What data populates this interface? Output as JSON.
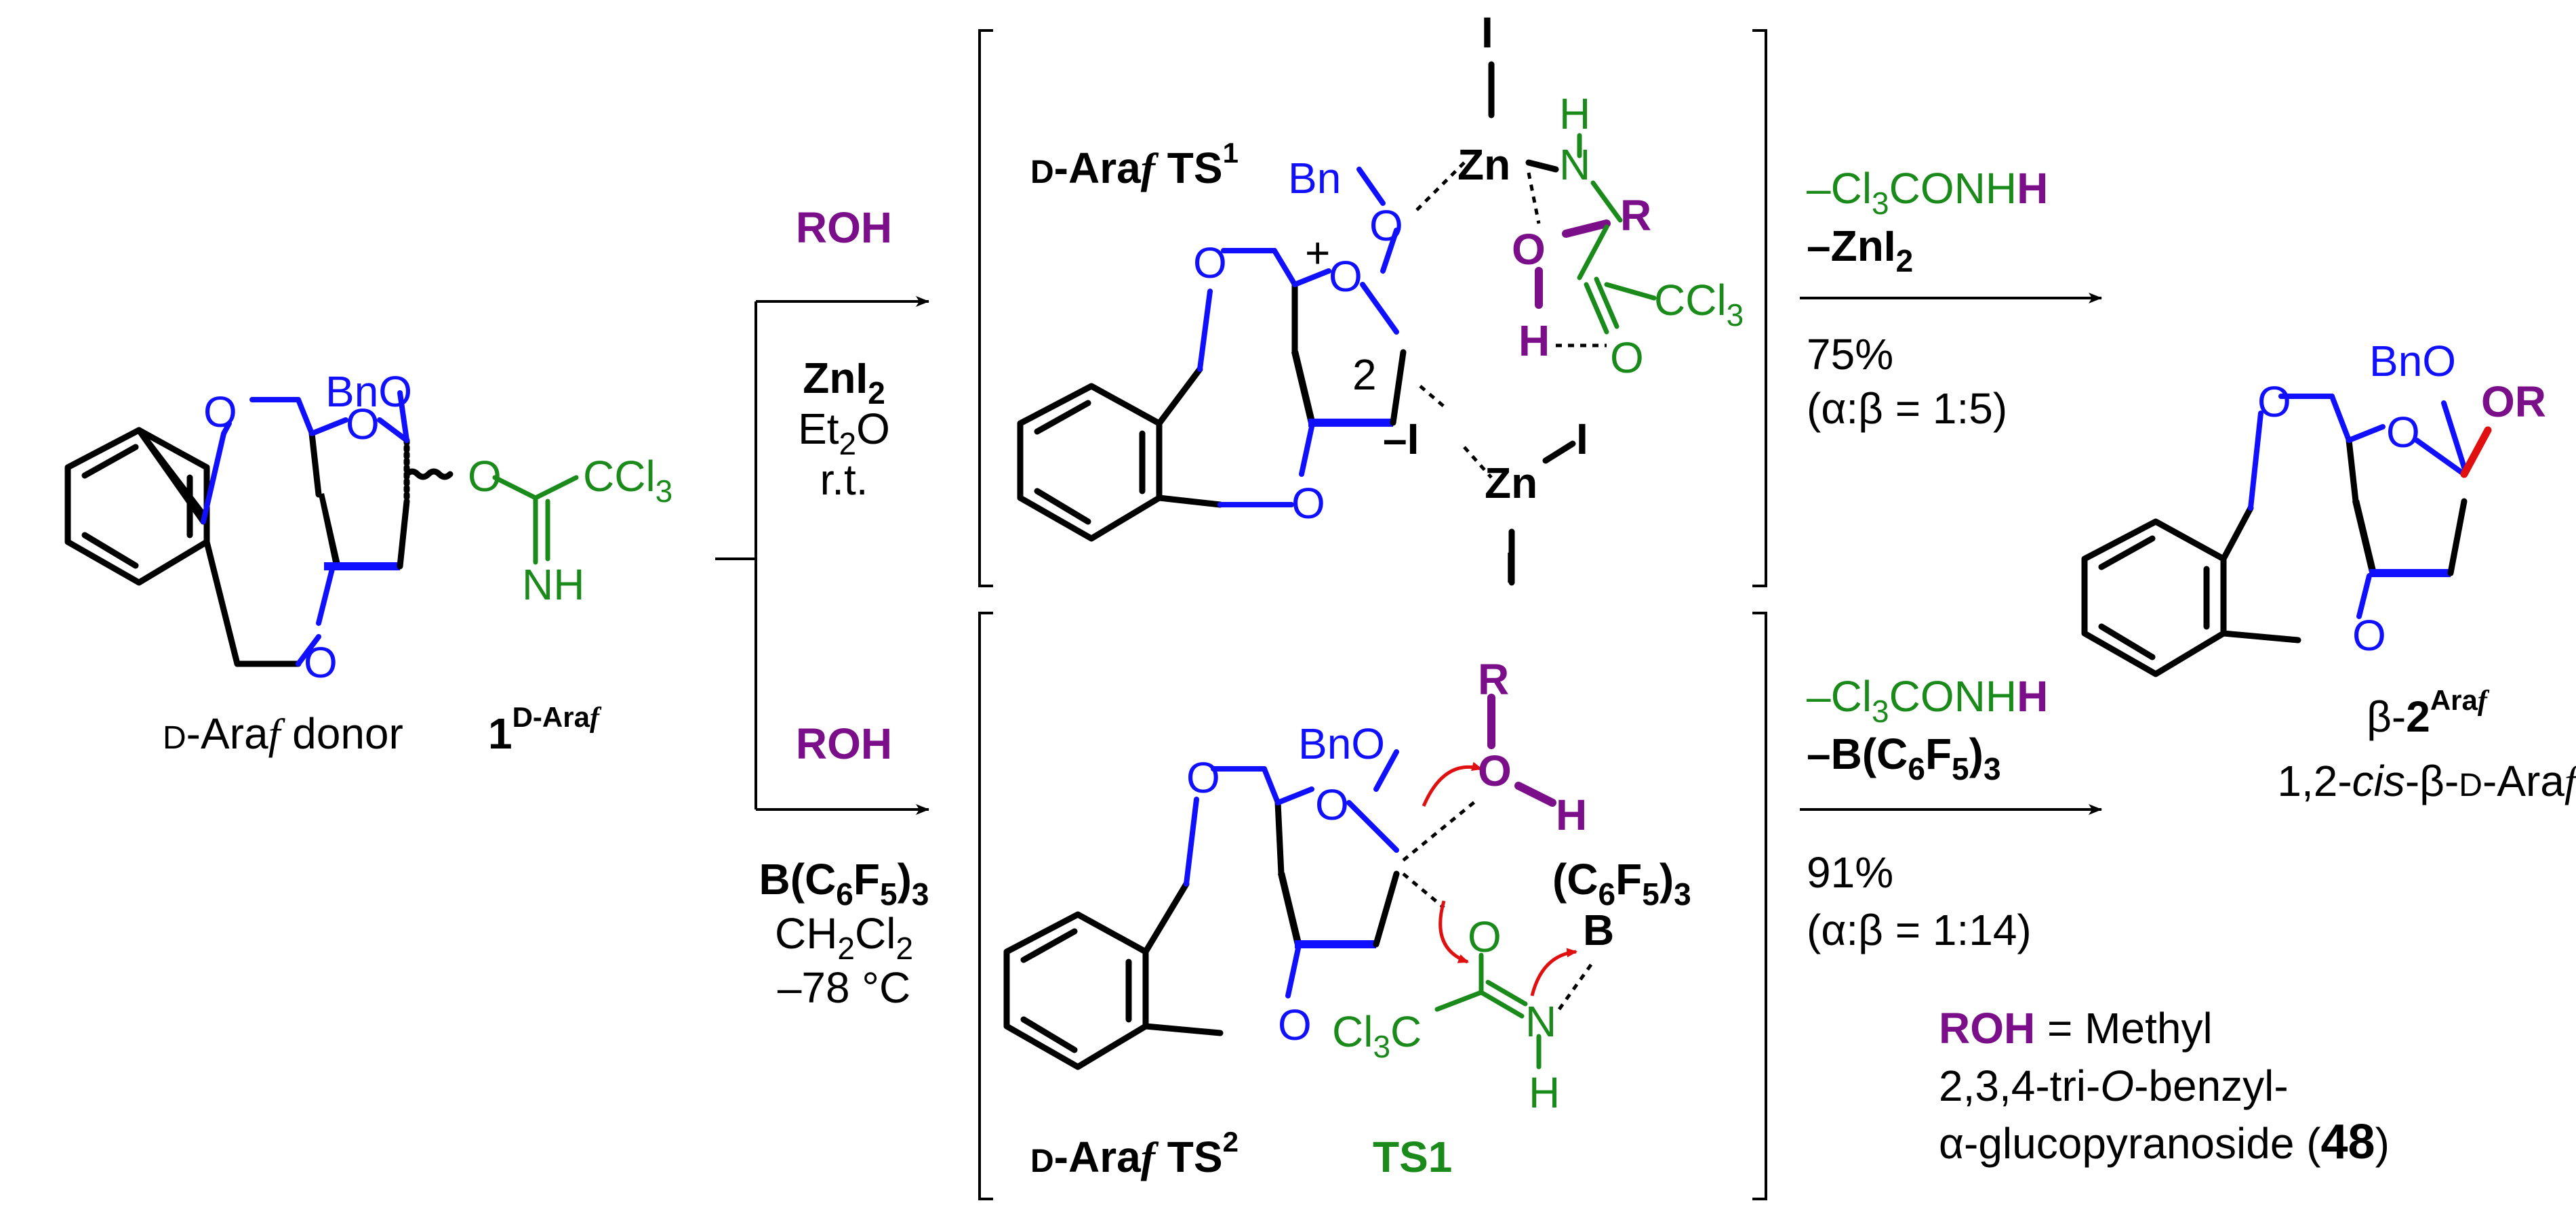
{
  "donor": {
    "bno": "BnO",
    "o_ring": "O",
    "o_bridge_top": "O",
    "o_bridge_bottom": "O",
    "o_link": "O",
    "ccl3": "CCl",
    "ccl3_sub": "3",
    "nh": "NH",
    "caption_prefix": "D",
    "caption_mid": "-Ara",
    "caption_f": "f",
    "caption_suffix": " donor",
    "compound_num": "1",
    "compound_sup": "D-Ara",
    "compound_sup_f": "f"
  },
  "upper": {
    "reagent_roh": "ROH",
    "cond_line1": "ZnI",
    "cond_line1_sub": "2",
    "cond_line2": "Et",
    "cond_line2_sub": "2",
    "cond_line2_tail": "O",
    "cond_line3": "r.t.",
    "ts_prefix": "D",
    "ts_mid": "-Ara",
    "ts_f": "f",
    "ts_label": " TS",
    "ts_sup": "1",
    "bn": "Bn",
    "o_bn": "O",
    "zn_top": "Zn",
    "i_top": "I",
    "n": "N",
    "h_n": "H",
    "r": "R",
    "o_roh": "O",
    "h_roh": "H",
    "ccl3": "CCl",
    "ccl3_sub": "3",
    "o_carbonyl": "O",
    "o_ring": "O",
    "o_plus": "+",
    "o_bridge_top": "O",
    "o_bridge_bottom": "O",
    "two": "2",
    "iodide": "–I",
    "zn_bottom": "Zn",
    "i_right": "I",
    "i_bottom": "I",
    "byproduct1": "–Cl",
    "byproduct1_sub": "3",
    "byproduct1_tail": "CONH",
    "byproduct1_h": "H",
    "byproduct2": "–ZnI",
    "byproduct2_sub": "2",
    "yield": "75%",
    "ratio": "(α:β = 1:5)"
  },
  "lower": {
    "reagent_roh": "ROH",
    "cond_line1": "B(C",
    "cond_line1_sub": "6",
    "cond_line1_mid": "F",
    "cond_line1_sub2": "5",
    "cond_line1_tail": ")",
    "cond_line1_sub3": "3",
    "cond_line2": "CH",
    "cond_line2_sub": "2",
    "cond_line2_mid": "Cl",
    "cond_line2_sub2": "2",
    "cond_line3": "–78 °C",
    "ts_prefix": "D",
    "ts_mid": "-Ara",
    "ts_f": "f",
    "ts_label": " TS",
    "ts_sup": "2",
    "ts1": "TS1",
    "bno": "BnO",
    "o_ring": "O",
    "o_bridge_top": "O",
    "o_bridge_bottom": "O",
    "r": "R",
    "o_roh": "O",
    "h_roh": "H",
    "o_imid": "O",
    "n": "N",
    "h_n": "H",
    "cl3c": "Cl",
    "cl3c_sub": "3",
    "cl3c_tail": "C",
    "borane": "(C",
    "borane_sub": "6",
    "borane_mid": "F",
    "borane_sub2": "5",
    "borane_tail": ")",
    "borane_sub3": "3",
    "b": "B",
    "byproduct1": "–Cl",
    "byproduct1_sub": "3",
    "byproduct1_tail": "CONH",
    "byproduct1_h": "H",
    "byproduct2": "–B(C",
    "byproduct2_sub": "6",
    "byproduct2_mid": "F",
    "byproduct2_sub2": "5",
    "byproduct2_tail": ")",
    "byproduct2_sub3": "3",
    "yield": "91%",
    "ratio": "(α:β = 1:14)"
  },
  "product": {
    "bno": "BnO",
    "or": "OR",
    "o_ring": "O",
    "o_bridge_top": "O",
    "o_bridge_bottom": "O",
    "label_beta": "β-",
    "label_num": "2",
    "label_sup": "Ara",
    "label_sup_f": "f",
    "desc_prefix": "1,2-",
    "desc_cis": "cis",
    "desc_mid": "-β-",
    "desc_d": "D",
    "desc_ara": "-Ara",
    "desc_f": "f"
  },
  "legend": {
    "roh": "ROH",
    "eq": " = Methyl",
    "line2_a": "2,3,4-tri-",
    "line2_o": "O",
    "line2_b": "-benzyl-",
    "line3_a": "α-glucopyranoside (",
    "line3_num": "48",
    "line3_b": ")"
  },
  "colors": {
    "blue": "#1010ff",
    "green": "#1a8a1a",
    "purple": "#7b0f8a",
    "red": "#e01010",
    "black": "#000000"
  }
}
